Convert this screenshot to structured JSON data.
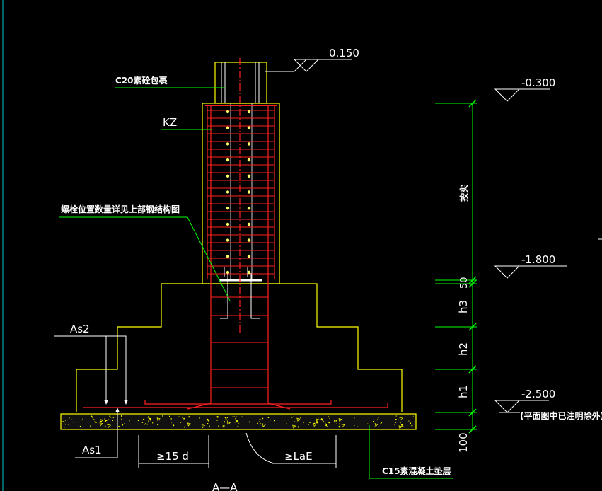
{
  "labels": {
    "elev_top": "0.150",
    "c20_note": "C20素砼包裹",
    "kz": "KZ",
    "bolt_note": "螺栓位置数量详见上部钢结构图",
    "as2": "As2",
    "as1": "As1",
    "anchor_15d": "≥15 d",
    "anchor_lae": "≥LaE",
    "c15_note": "C15素混凝土垫层",
    "section_mark": "A—A"
  },
  "elevations": {
    "e1": "-0.300",
    "e2": "-1.800",
    "e3": "-2.500",
    "e3_note": "(平面图中已注明除外)"
  },
  "dimensions": {
    "actual": "按实",
    "d50": "50",
    "h3": "h3",
    "h2": "h2",
    "h1": "h1",
    "d100": "100"
  },
  "colors": {
    "background": "#000000",
    "concrete": "#ffff00",
    "rebar": "#ff2020",
    "dimension": "#00ff00",
    "text": "#ffffff",
    "bolt": "#ffff66"
  }
}
